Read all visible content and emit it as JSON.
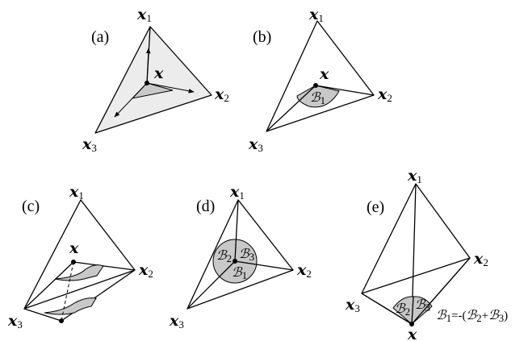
{
  "panels": {
    "a": {
      "label": "(a)",
      "v1": {
        "base": "x",
        "sub": "1"
      },
      "v2": {
        "base": "x",
        "sub": "2"
      },
      "v3": {
        "base": "x",
        "sub": "3"
      },
      "point": "x"
    },
    "b": {
      "label": "(b)",
      "v1": {
        "base": "x",
        "sub": "1"
      },
      "v2": {
        "base": "x",
        "sub": "2"
      },
      "v3": {
        "base": "x",
        "sub": "3"
      },
      "point": "x",
      "region": {
        "base": "ℬ",
        "sub": "1"
      }
    },
    "c": {
      "label": "(c)",
      "v1": {
        "base": "x",
        "sub": "1"
      },
      "v2": {
        "base": "x",
        "sub": "2"
      },
      "v3": {
        "base": "x",
        "sub": "3"
      },
      "point": "x"
    },
    "d": {
      "label": "(d)",
      "v1": {
        "base": "x",
        "sub": "1"
      },
      "v2": {
        "base": "x",
        "sub": "2"
      },
      "v3": {
        "base": "x",
        "sub": "3"
      },
      "r1": {
        "base": "ℬ",
        "sub": "1"
      },
      "r2": {
        "base": "ℬ",
        "sub": "2"
      },
      "r3": {
        "base": "ℬ",
        "sub": "3"
      }
    },
    "e": {
      "label": "(e)",
      "v1": {
        "base": "x",
        "sub": "1"
      },
      "v2": {
        "base": "x",
        "sub": "2"
      },
      "v3": {
        "base": "x",
        "sub": "3"
      },
      "point": "x",
      "r2": {
        "base": "ℬ",
        "sub": "2"
      },
      "r3": {
        "base": "ℬ",
        "sub": "3"
      },
      "equation": {
        "lhs_base": "ℬ",
        "lhs_sub": "1",
        "mid": "=-(",
        "b2_base": "ℬ",
        "b2_sub": "2",
        "plus": "+",
        "b3_base": "ℬ",
        "b3_sub": "3",
        "close": ")"
      }
    }
  }
}
